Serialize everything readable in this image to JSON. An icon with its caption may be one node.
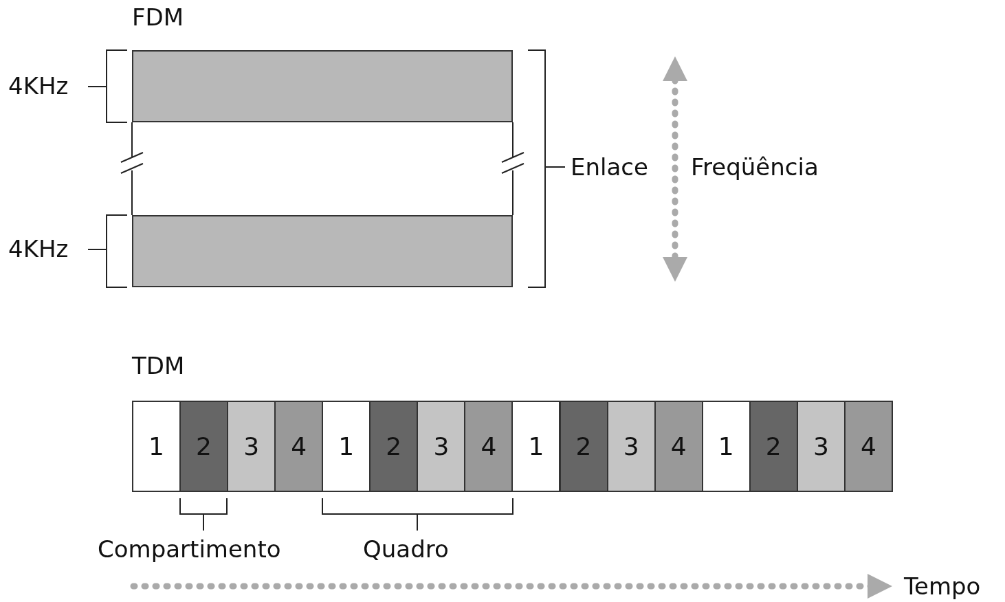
{
  "diagram": {
    "nodes": [
      {
        "text": [],
        "shape": "box"
      },
      {
        "text": [],
        "shape": "box"
      },
      {
        "text": [
          "1"
        ]
      },
      {
        "text": [
          "2"
        ]
      },
      {
        "text": [
          "3"
        ]
      },
      {
        "text": [
          "4"
        ]
      },
      {
        "text": [
          "1"
        ]
      },
      {
        "text": [
          "2"
        ]
      },
      {
        "text": [
          "3"
        ]
      },
      {
        "text": [
          "4"
        ]
      },
      {
        "text": [
          "1"
        ]
      },
      {
        "text": [
          "2"
        ]
      },
      {
        "text": [
          "3"
        ]
      },
      {
        "text": [
          "4"
        ]
      },
      {
        "text": [
          "1"
        ]
      },
      {
        "text": [
          "2"
        ]
      },
      {
        "text": [
          "3"
        ]
      },
      {
        "text": [
          "4"
        ]
      }
    ],
    "edges": [],
    "labels": [
      "FDM",
      "4KHz",
      "Enlace",
      "Freqüência",
      "4KHz",
      "TDM",
      "Compartimento",
      "Quadro",
      "Tempo"
    ]
  }
}
